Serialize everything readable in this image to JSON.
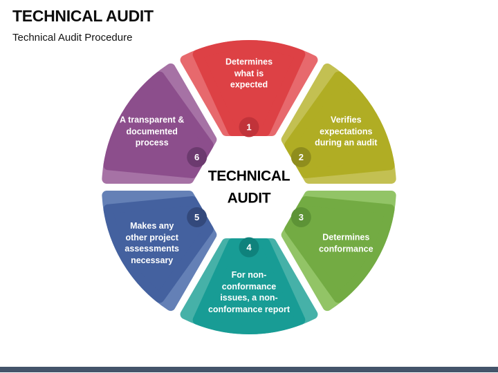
{
  "page": {
    "background_color": "#FFFFFF",
    "accent_bar_color": "#44546A"
  },
  "header": {
    "title": "TECHNICAL AUDIT",
    "subtitle": "Technical Audit Procedure"
  },
  "diagram": {
    "center_label": "TECHNICAL AUDIT",
    "center_label_lines": [
      "TECHNICAL",
      "AUDIT"
    ],
    "segments": [
      {
        "number": "1",
        "label": "Determines what is expected",
        "label_lines": [
          "Determines",
          "what is",
          "expected"
        ],
        "color": "#DD4145",
        "color_light": "#E7696D",
        "color_dark": "#C1333A"
      },
      {
        "number": "2",
        "label": "Verifies expectations during an audit",
        "label_lines": [
          "Verifies",
          "expectations",
          "during an audit"
        ],
        "color": "#B0AD24",
        "color_light": "#C3C052",
        "color_dark": "#8F8D1D"
      },
      {
        "number": "3",
        "label": "Determines conformance",
        "label_lines": [
          "Determines",
          "conformance"
        ],
        "color": "#73AB43",
        "color_light": "#92C466",
        "color_dark": "#5D9336"
      },
      {
        "number": "4",
        "label": "For non-conformance issues, a non-conformance report",
        "label_lines": [
          "For non-",
          "conformance",
          "issues, a non-",
          "conformance report"
        ],
        "color": "#189C95",
        "color_light": "#46B1A8",
        "color_dark": "#0F827C"
      },
      {
        "number": "5",
        "label": "Makes any other project assessments necessary",
        "label_lines": [
          "Makes any",
          "other project",
          "assessments",
          "necessary"
        ],
        "color": "#44619F",
        "color_light": "#6480B6",
        "color_dark": "#33497C"
      },
      {
        "number": "6",
        "label": "A transparent & documented process",
        "label_lines": [
          "A transparent &",
          "documented",
          "process"
        ],
        "color": "#8C4E8C",
        "color_light": "#A672A5",
        "color_dark": "#6C3A6F"
      }
    ]
  }
}
